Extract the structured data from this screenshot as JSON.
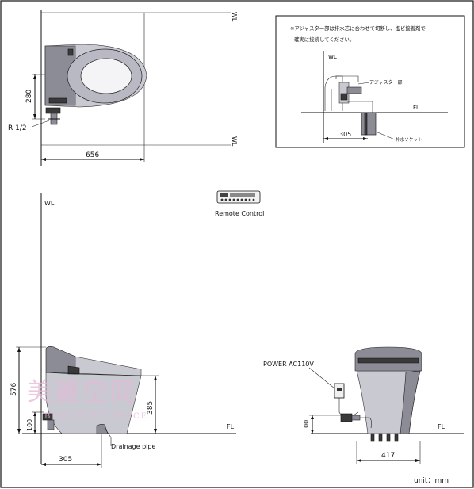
{
  "labels": {
    "wl_top": "WL",
    "wl_bottom": "WL",
    "dim_280": "280",
    "r_half": "R 1/2",
    "dim_656": "656",
    "note_line1": "※アジャスター部は排水芯に合わせて切断し、塩ビ接着剤で",
    "note_line2": "確実に接続してください。",
    "inset_wl": "WL",
    "adjuster": "アジャスター部",
    "inset_fl": "FL",
    "inset_305": "305",
    "drain_socket": "排水ソケット",
    "front_wl": "WL",
    "remote_control": "Remote Control",
    "dim_576": "576",
    "dim_385": "385",
    "dim_100_left": "100",
    "fl_side": "FL",
    "drainage_pipe": "Drainage pipe",
    "dim_305": "305",
    "power": "POWER AC110V",
    "dim_100_right": "100",
    "fl_right": "FL",
    "dim_417": "417",
    "unit": "unit：mm"
  },
  "watermark": {
    "main": "美麗空間",
    "sub": "BEAUTIFUL SPACE"
  },
  "colors": {
    "ink": "#111111",
    "toilet_dark": "#3a3a3a",
    "toilet_mid": "#8c8c96",
    "toilet_light": "#c9c9d2",
    "watermark": "#e6b8d6"
  }
}
